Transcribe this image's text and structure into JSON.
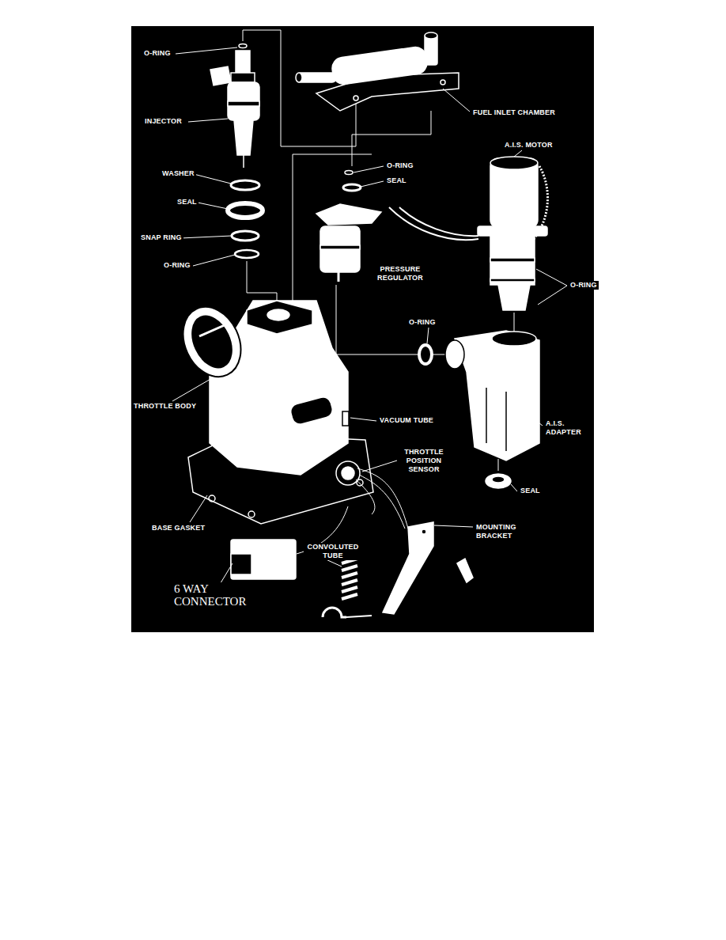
{
  "diagram": {
    "labels": [
      "O-RING",
      "INJECTOR",
      "FUEL INLET CHAMBER",
      "A.I.S. MOTOR",
      "O-RING",
      "SEAL",
      "WASHER",
      "SEAL",
      "SNAP RING",
      "O-RING",
      "PRESSURE REGULATOR",
      "O-RING",
      "O-RING",
      "THROTTLE BODY",
      "VACUUM TUBE",
      "A.I.S. ADAPTER",
      "THROTTLE POSITION SENSOR",
      "SEAL",
      "BASE GASKET",
      "MOUNTING BRACKET",
      "CONVOLUTED TUBE",
      "6 WAY CONNECTOR"
    ]
  }
}
